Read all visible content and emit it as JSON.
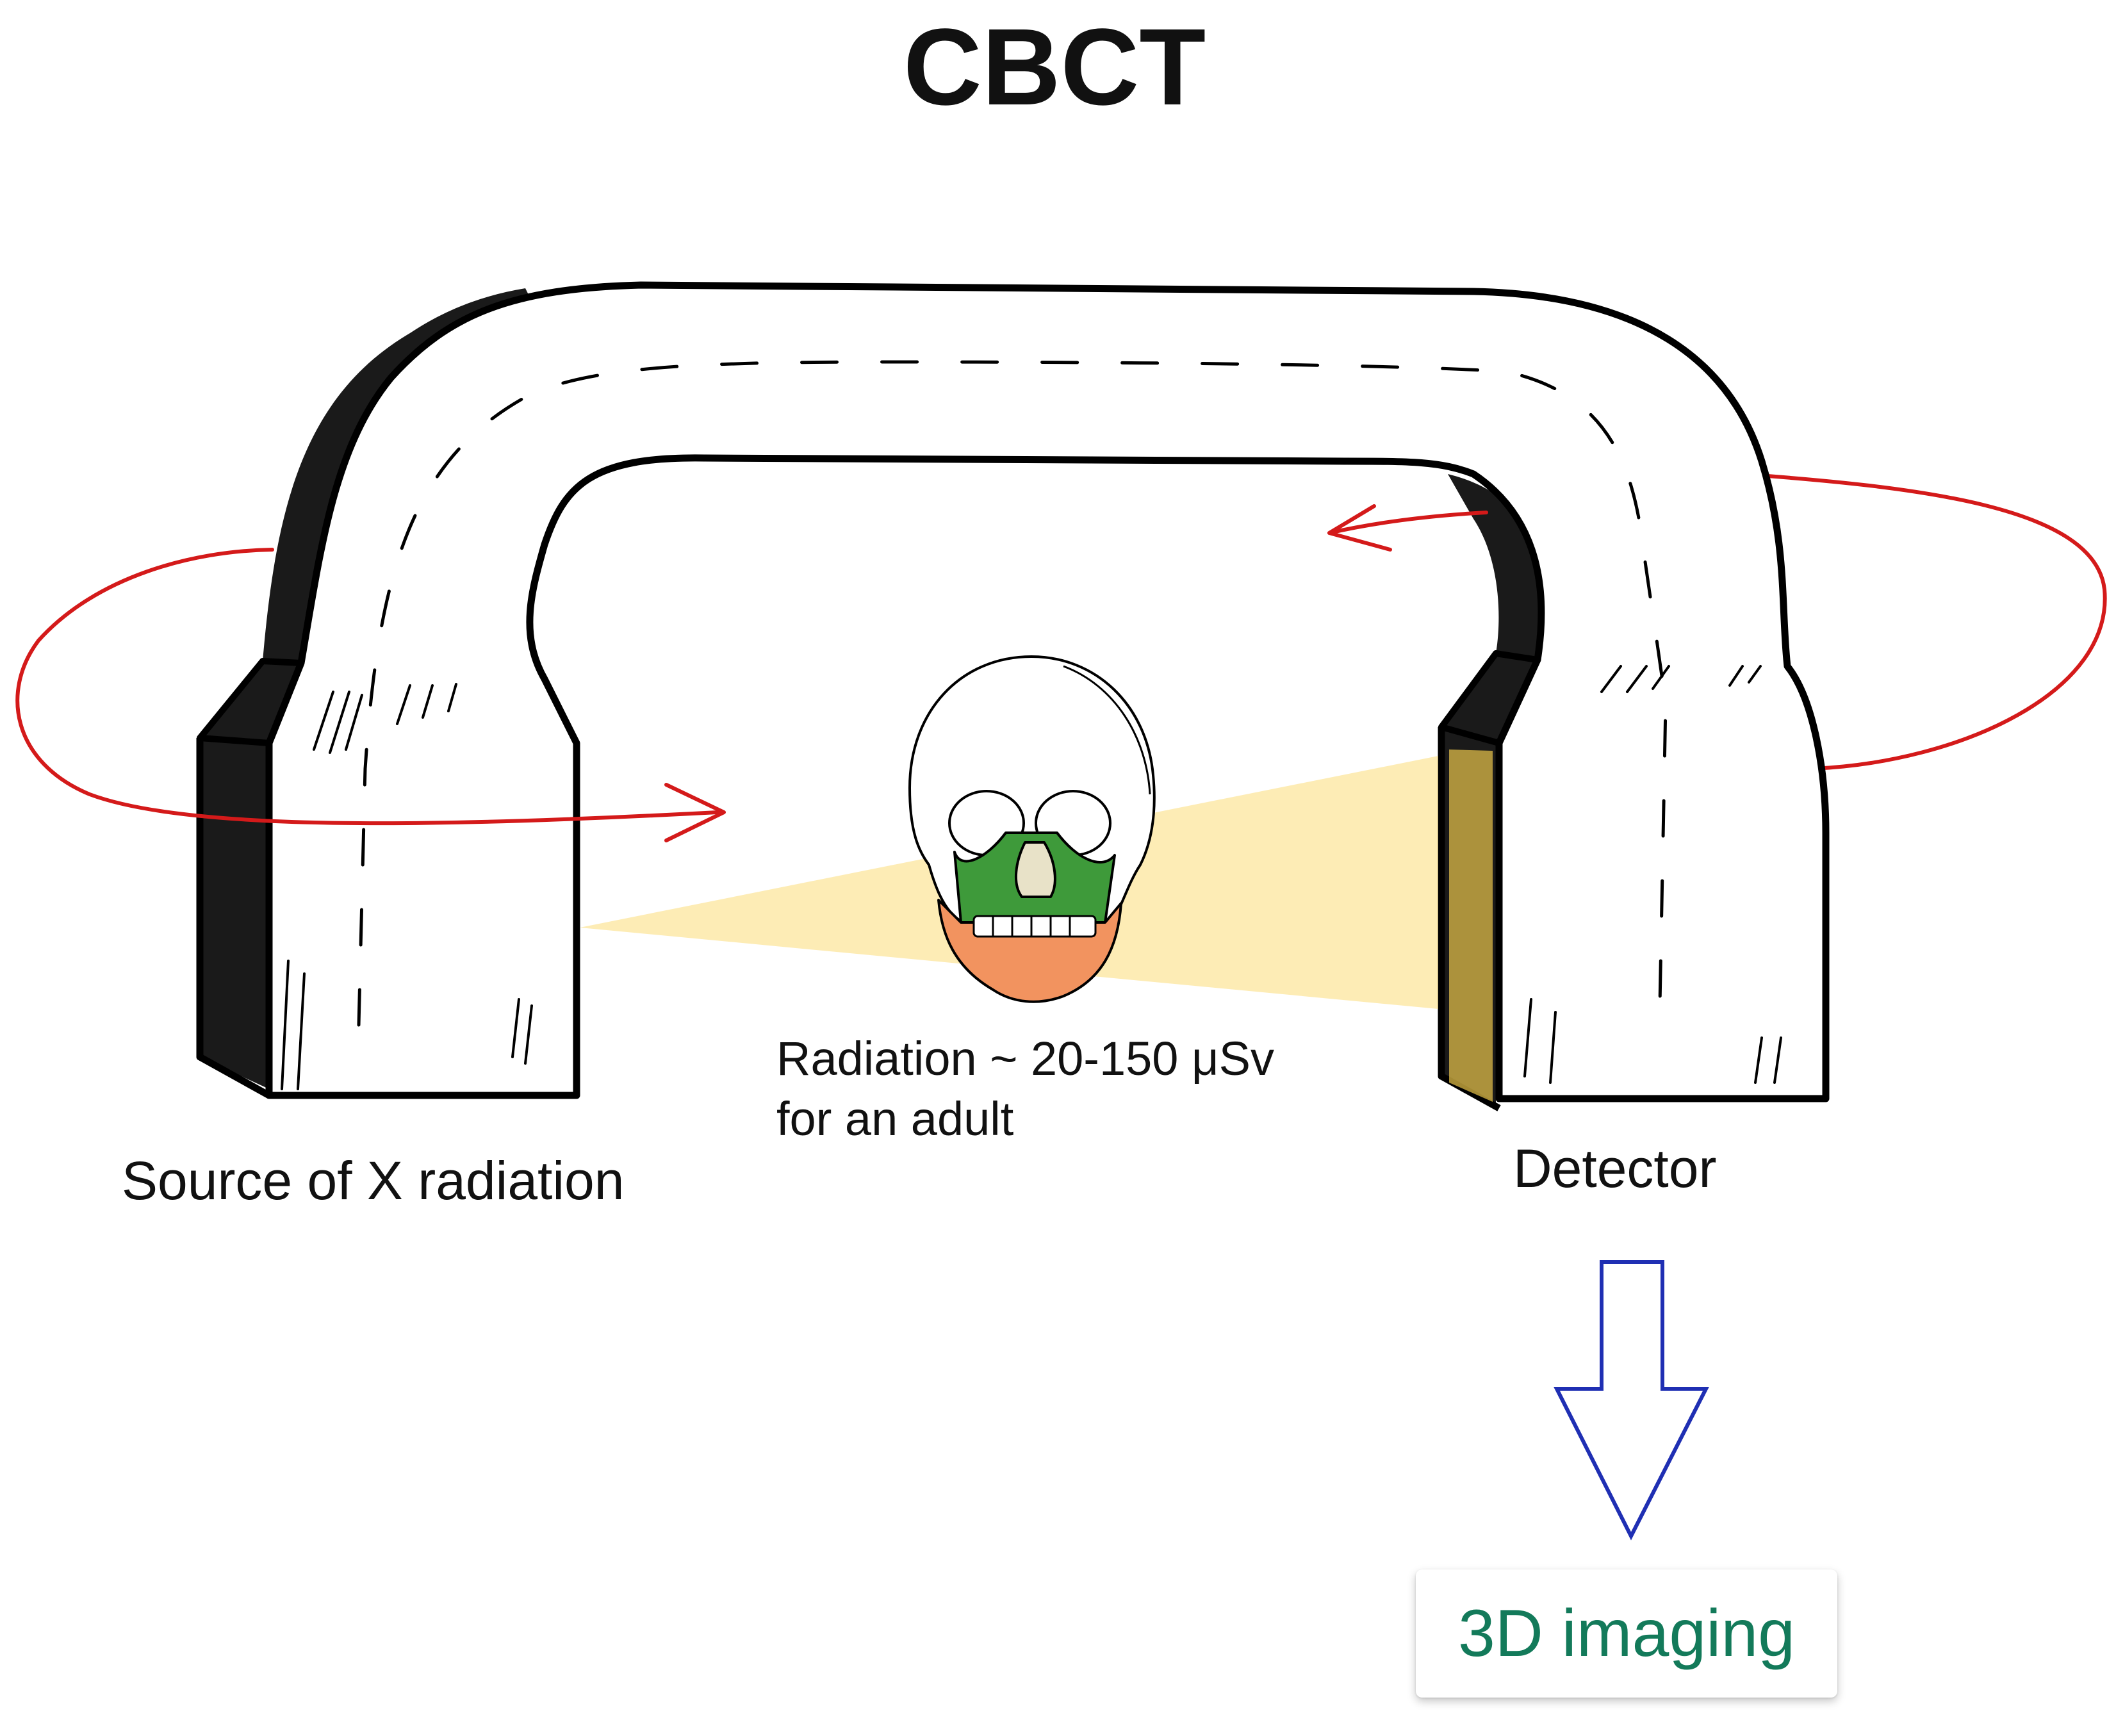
{
  "title": "CBCT",
  "labels": {
    "source": "Source of X radiation",
    "detector": "Detector",
    "radiation_line1": "Radiation ~ 20-150 μSv",
    "radiation_line2": "for an adult",
    "output": "3D imaging"
  },
  "icons": {
    "gantry": "c-arm-gantry-icon",
    "skull": "skull-icon",
    "rotation": "rotation-arrow-icon",
    "beam": "x-ray-beam-icon",
    "output_arrow": "down-arrow-icon"
  },
  "colors": {
    "outline": "#000000",
    "rotation_arrow": "#d41a1a",
    "beam": "#fbd24e",
    "skull_midface": "#3e9a3a",
    "skull_jaw": "#f2935f",
    "output_arrow": "#1f2fb3",
    "output_text": "#137a5a"
  }
}
